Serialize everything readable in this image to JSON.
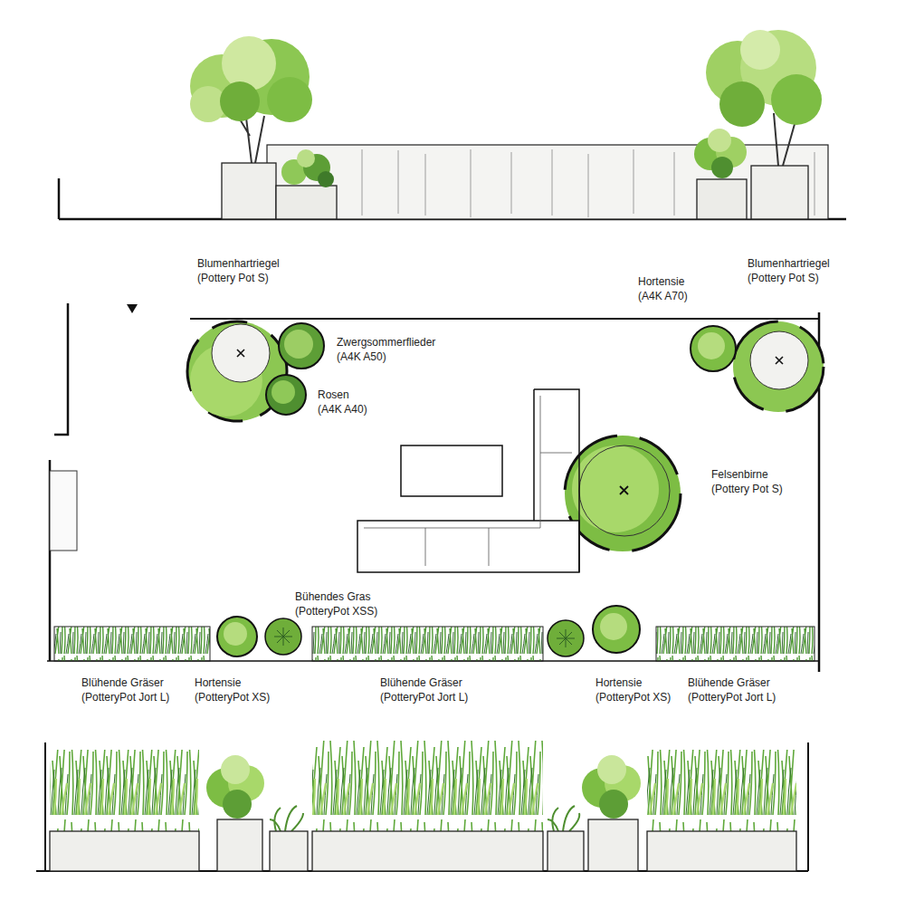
{
  "diagram": {
    "labels": [
      "Blumenhartriegel (Pottery Pot S)",
      "Zwergsommerflieder (A4K A50)",
      "Rosen (A4K A40)",
      "Hortensie (A4K A70)",
      "Blumenhartriegel (Pottery Pot S)",
      "Felsenbirne (Pottery Pot S)",
      "Bühendes Gras (PotteryPot XSS)",
      "Blühende Gräser (PotteryPot Jort L)",
      "Hortensie (PotteryPot XS)",
      "Blühende Gräser (PotteryPot Jort L)",
      "Hortensie (PotteryPot XS)",
      "Blühende Gräser (PotteryPot Jort L)"
    ]
  }
}
